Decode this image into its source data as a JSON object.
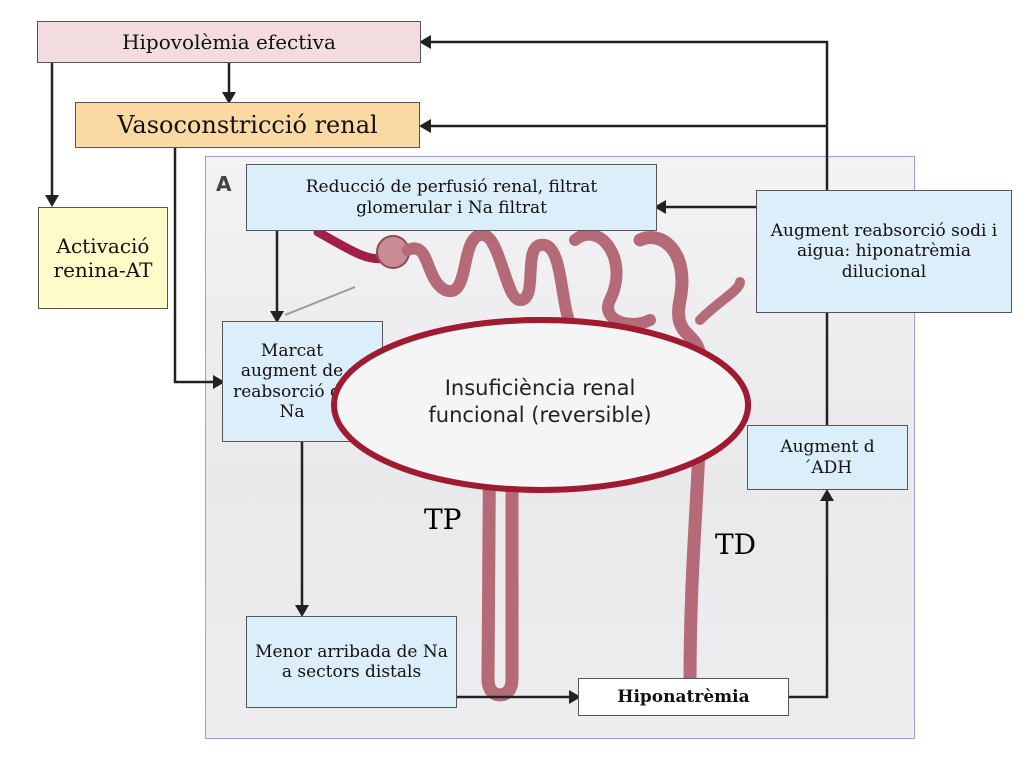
{
  "panel_letter": "A",
  "boxes": {
    "hipovolemia": "Hipovolèmia efectiva",
    "vasoconstriccio": "Vasoconstricció renal",
    "activacio": "Activació renina-AT",
    "reduccio": "Reducció de perfusió renal,  filtrat glomerular i Na filtrat",
    "augment_reabsorcio_sodi": "Augment reabsorció sodi i aigua: hiponatrèmia dilucional",
    "marcat": "Marcat augment de reabsorció de Na",
    "augment_adh": "Augment d´ADH",
    "menor_arribada": "Menor arribada de Na a sectors distals",
    "hiponatremia": "Hiponatrèmia"
  },
  "ellipse": {
    "line1": "Insuficiència renal",
    "line2": "funcional (reversible)"
  },
  "labels": {
    "tp": "TP",
    "td": "TD"
  },
  "colors": {
    "pink_box": "#f2dce0",
    "orange_box": "#fbd9a2",
    "yellow_box": "#fdfbc8",
    "blue_box": "#dbeefa",
    "ellipse_border": "#9e1b32",
    "ellipse_fill": "#f5f5f5",
    "nephron": "#b56a78"
  }
}
